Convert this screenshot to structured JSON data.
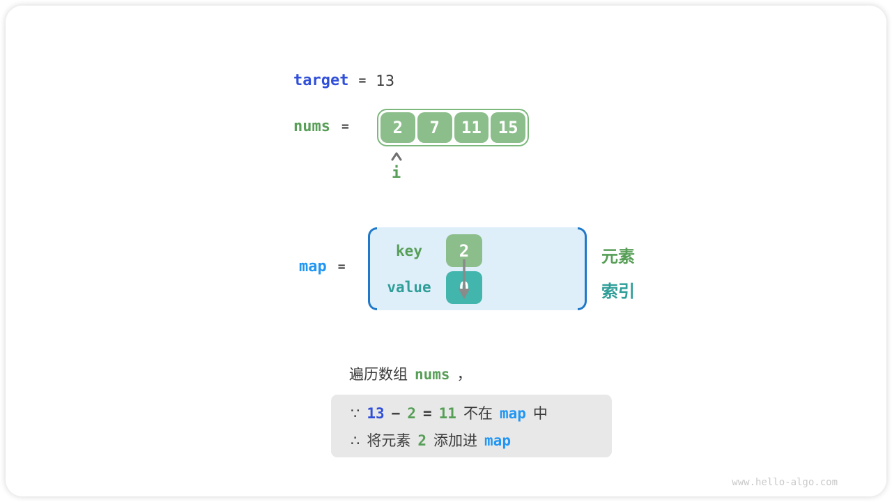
{
  "figure": {
    "watermark": "www.hello-algo.com"
  },
  "target_row": {
    "var": "target",
    "eq": "=",
    "value": "13"
  },
  "nums_row": {
    "var": "nums",
    "eq": "=",
    "cells": [
      "2",
      "7",
      "11",
      "15"
    ],
    "pointer": "i"
  },
  "map_row": {
    "var": "map",
    "eq": "=",
    "key_label": "key",
    "value_label": "value",
    "key_cell": "2",
    "value_cell": "0",
    "legend_element": "元素",
    "legend_index": "索引"
  },
  "caption": {
    "text": "遍历数组",
    "code": "nums",
    "comma": "，"
  },
  "note": {
    "line1": {
      "because": "∵",
      "minuend": "13",
      "minus": "−",
      "subtrahend": "2",
      "eq": "=",
      "difference": "11",
      "not_in": "不在",
      "map": "map",
      "in_suffix": "中"
    },
    "line2": {
      "therefore": "∴",
      "prefix": "将元素",
      "element": "2",
      "action": "添加进",
      "map": "map"
    }
  },
  "colors": {
    "accent_blue": "#3150d9",
    "azure_blue": "#2196f3",
    "green_text": "#579e57",
    "teal_text": "#2f9e98",
    "green_box": "#8cbe8c",
    "teal_box": "#42b5ac",
    "array_border": "#7cb87c",
    "map_fill": "#deeffa",
    "bracket_blue": "#1f78c8",
    "note_bg": "#e8e8e8",
    "dark_text": "#3c3c3c",
    "arrow_gray": "#8a8a8a",
    "watermark_gray": "#c9c9c9"
  }
}
